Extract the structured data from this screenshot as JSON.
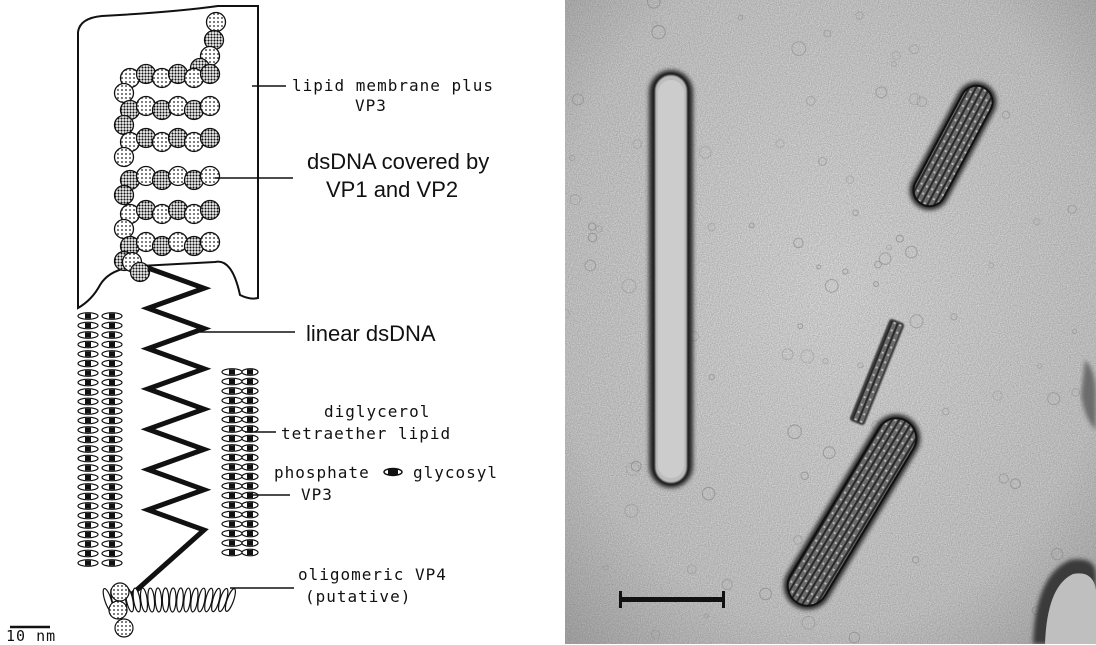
{
  "labels": {
    "lipid_membrane": "lipid membrane plus",
    "lipid_membrane_2": "VP3",
    "dsdna_covered": "dsDNA covered by",
    "dsdna_covered_2": "VP1 and VP2",
    "linear_dsdna": "linear dsDNA",
    "tetraether_1": "diglycerol",
    "tetraether_2": "tetraether lipid",
    "phosphate": "phosphate",
    "glycosyl": "glycosyl",
    "vp3": "VP3",
    "oligomeric_1": "oligomeric VP4",
    "oligomeric_2": "(putative)",
    "scale_diagram": "10 nm"
  },
  "colors": {
    "ink": "#111111",
    "micrograph_bg": "#d6d6d6"
  }
}
